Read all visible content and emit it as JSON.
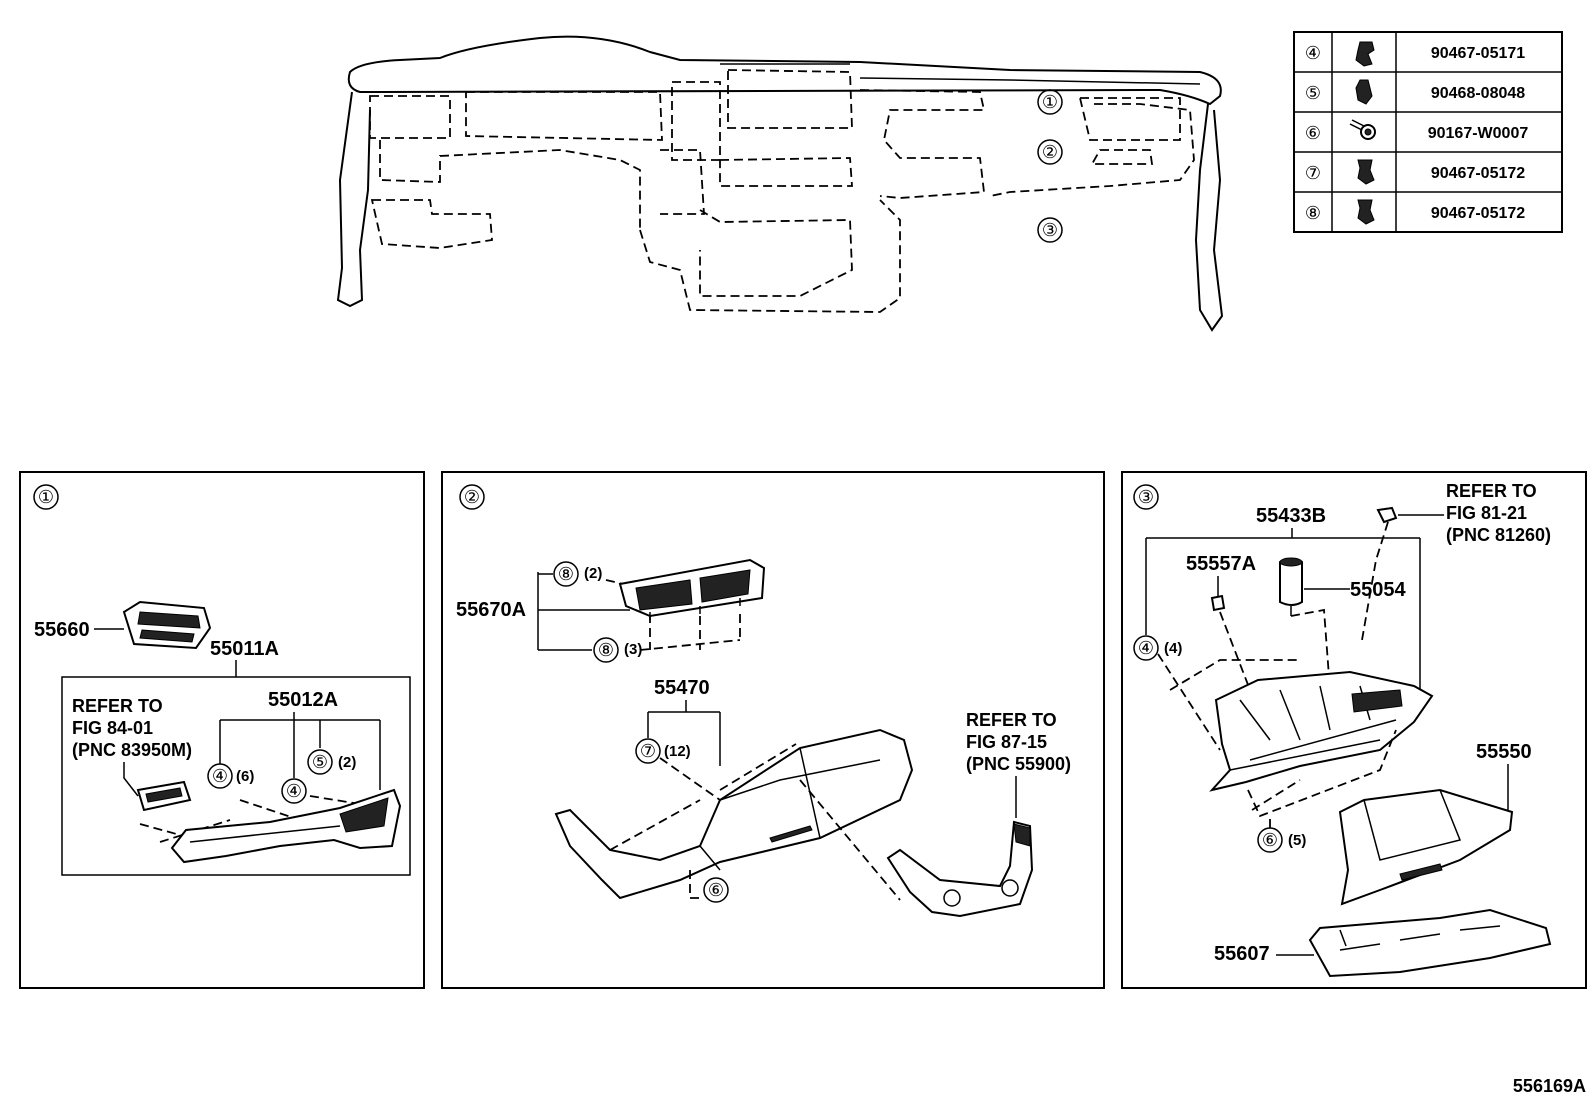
{
  "fasteners_table": [
    {
      "ref": "④",
      "part_no": "90467-05171",
      "icon": "clip-icon"
    },
    {
      "ref": "⑤",
      "part_no": "90468-08048",
      "icon": "clip-icon"
    },
    {
      "ref": "⑥",
      "part_no": "90167-W0007",
      "icon": "screw-icon"
    },
    {
      "ref": "⑦",
      "part_no": "90467-05172",
      "icon": "clip-icon"
    },
    {
      "ref": "⑧",
      "part_no": "90467-05172",
      "icon": "clip-icon"
    }
  ],
  "overview": {
    "callouts": [
      "①",
      "②",
      "③"
    ]
  },
  "panel1": {
    "number": "①",
    "parts": {
      "p55660": "55660",
      "p55011A": "55011A",
      "p55012A": "55012A"
    },
    "refer": [
      "REFER TO",
      "FIG 84-01",
      "(PNC 83950M)"
    ],
    "fasteners": {
      "f4a": "④",
      "f4a_qty": "(6)",
      "f4b": "④",
      "f5": "⑤",
      "f5_qty": "(2)"
    }
  },
  "panel2": {
    "number": "②",
    "parts": {
      "p55670A": "55670A",
      "p55470": "55470"
    },
    "refer": [
      "REFER TO",
      "FIG 87-15",
      "(PNC 55900)"
    ],
    "fasteners": {
      "f8a": "⑧",
      "f8a_qty": "(2)",
      "f8b": "⑧",
      "f8b_qty": "(3)",
      "f7": "⑦",
      "f7_qty": "(12)",
      "f6": "⑥"
    }
  },
  "panel3": {
    "number": "③",
    "parts": {
      "p55433B": "55433B",
      "p55557A": "55557A",
      "p55054": "55054",
      "p55550": "55550",
      "p55607": "55607"
    },
    "refer": [
      "REFER TO",
      "FIG 81-21",
      "(PNC 81260)"
    ],
    "fasteners": {
      "f4": "④",
      "f4_qty": "(4)",
      "f6": "⑥",
      "f6_qty": "(5)"
    }
  },
  "figure_id": "556169A"
}
